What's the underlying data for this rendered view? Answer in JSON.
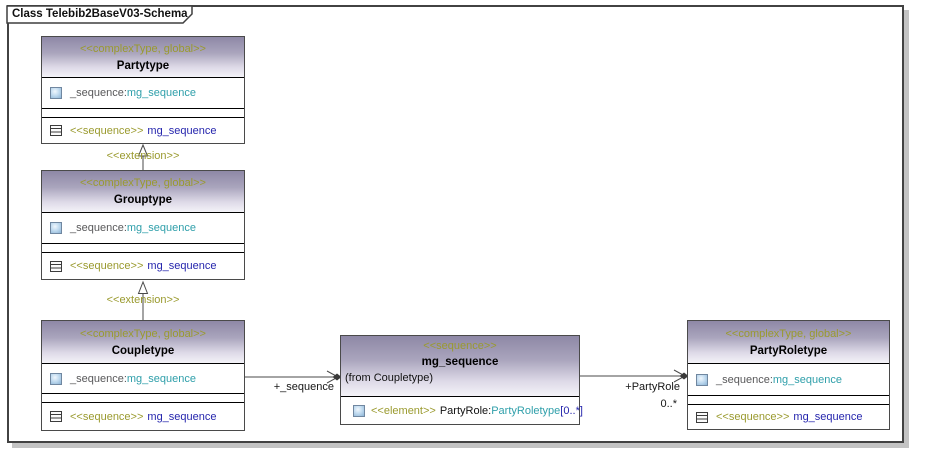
{
  "frame": {
    "title": "Class Telebib2BaseV03-Schema"
  },
  "colors": {
    "stereotype_olive": "#9a9a2e",
    "type_teal": "#2f9faa",
    "ref_navy": "#2525ad",
    "attr_gray": "#58585a",
    "header_gradient_top": "#8e88a6",
    "header_gradient_bottom": "#f4f3f8",
    "frame_shadow": "#c3c3c3"
  },
  "icons": {
    "attribute": "attribute-icon",
    "operation": "operations-icon"
  },
  "classes": {
    "partytype": {
      "stereotype": "<<complexType, global>>",
      "name": "Partytype",
      "attribute": {
        "name": "_sequence:",
        "type": "mg_sequence"
      },
      "operation": {
        "stereotype": "<<sequence>>",
        "name": "mg_sequence"
      }
    },
    "grouptype": {
      "stereotype": "<<complexType, global>>",
      "name": "Grouptype",
      "attribute": {
        "name": "_sequence:",
        "type": "mg_sequence"
      },
      "operation": {
        "stereotype": "<<sequence>>",
        "name": "mg_sequence"
      }
    },
    "coupletype": {
      "stereotype": "<<complexType, global>>",
      "name": "Coupletype",
      "attribute": {
        "name": "_sequence:",
        "type": "mg_sequence"
      },
      "operation": {
        "stereotype": "<<sequence>>",
        "name": "mg_sequence"
      }
    },
    "mg_sequence": {
      "stereotype": "<<sequence>>",
      "name": "mg_sequence",
      "from": "(from Coupletype)",
      "attribute": {
        "stereotype": "<<element>>",
        "name": "PartyRole:",
        "type": "PartyRoletype",
        "multiplicity": "[0..*]"
      }
    },
    "partyroletype": {
      "stereotype": "<<complexType, global>>",
      "name": "PartyRoletype",
      "attribute": {
        "name": "_sequence:",
        "type": "mg_sequence"
      },
      "operation": {
        "stereotype": "<<sequence>>",
        "name": "mg_sequence"
      }
    }
  },
  "edges": {
    "extension_partytype": {
      "label": "<<extension>>"
    },
    "extension_grouptype": {
      "label": "<<extension>>"
    },
    "assoc_sequence": {
      "role": "+_sequence"
    },
    "assoc_partyrole": {
      "role": "+PartyRole",
      "multiplicity": "0..*"
    }
  }
}
